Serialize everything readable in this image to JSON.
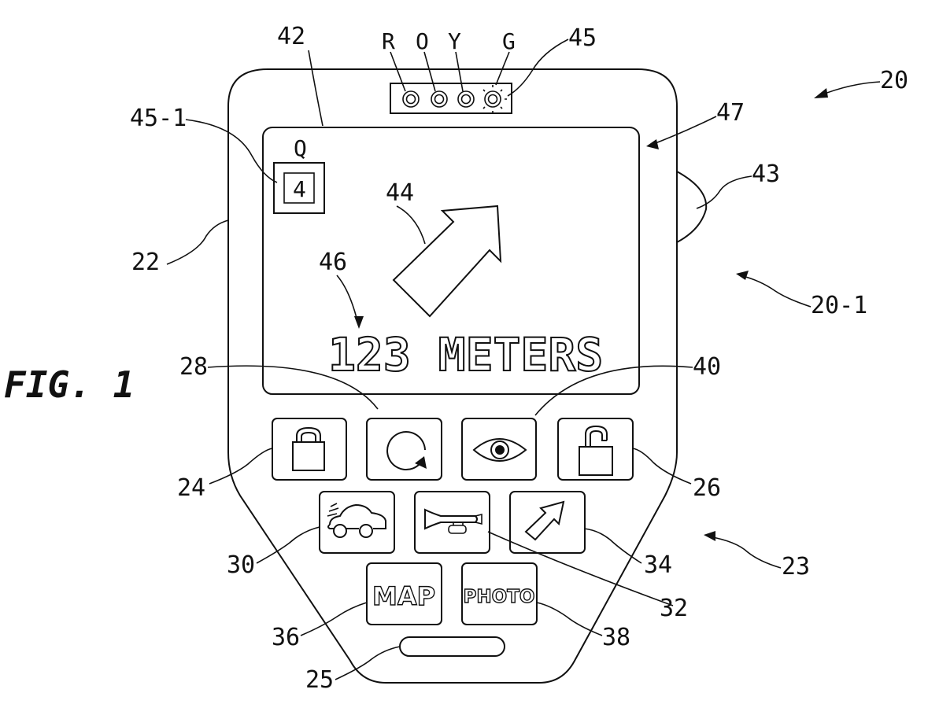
{
  "figure_label": "FIG. 1",
  "indicator_letters": [
    "R",
    "O",
    "Y",
    "G"
  ],
  "quality": {
    "letter": "Q",
    "value": "4"
  },
  "distance_text": "123 METERS",
  "button_text": {
    "map": "MAP",
    "photo": "PHOTO"
  },
  "reference_numerals": {
    "n20": "20",
    "n20_1": "20-1",
    "n22": "22",
    "n23": "23",
    "n24": "24",
    "n25": "25",
    "n26": "26",
    "n28": "28",
    "n30": "30",
    "n32": "32",
    "n34": "34",
    "n36": "36",
    "n38": "38",
    "n40": "40",
    "n42": "42",
    "n43": "43",
    "n44": "44",
    "n45": "45",
    "n45_1": "45-1",
    "n46": "46",
    "n47": "47"
  },
  "icons": {
    "lock": "lock-icon",
    "refresh": "refresh-icon",
    "eye": "eye-icon",
    "unlock": "unlock-icon",
    "car": "car-icon",
    "horn": "horn-icon",
    "direction": "arrow-icon"
  },
  "colors": {
    "line": "#111111",
    "background": "#ffffff"
  }
}
